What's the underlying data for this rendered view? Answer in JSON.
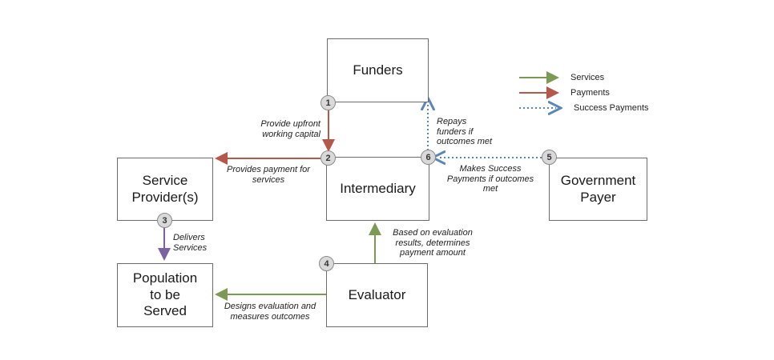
{
  "boxes": {
    "funders": "Funders",
    "service_provider": "Service\nProvider(s)",
    "intermediary": "Intermediary",
    "government_payer": "Government\nPayer",
    "population": "Population\nto be\nServed",
    "evaluator": "Evaluator"
  },
  "badges": [
    "1",
    "2",
    "3",
    "4",
    "5",
    "6"
  ],
  "notes": {
    "provide_upfront": "Provide upfront\nworking capital",
    "provides_payment": "Provides payment for\nservices",
    "repays_funders": "Repays\nfunders if\noutcomes met",
    "makes_success": "Makes Success\nPayments if outcomes\nmet",
    "delivers_services": "Delivers\nServices",
    "based_on_evaluation": "Based on evaluation\nresults, determines\npayment amount",
    "designs_evaluation": "Designs evaluation and\nmeasures outcomes"
  },
  "legend": {
    "services": "Services",
    "payments": "Payments",
    "success_payments": "Success Payments"
  },
  "colors": {
    "services": "#7d9a55",
    "payments": "#b5574b",
    "success": "#5a86b8",
    "delivers": "#7b62a3",
    "border": "#6b6b6b"
  }
}
